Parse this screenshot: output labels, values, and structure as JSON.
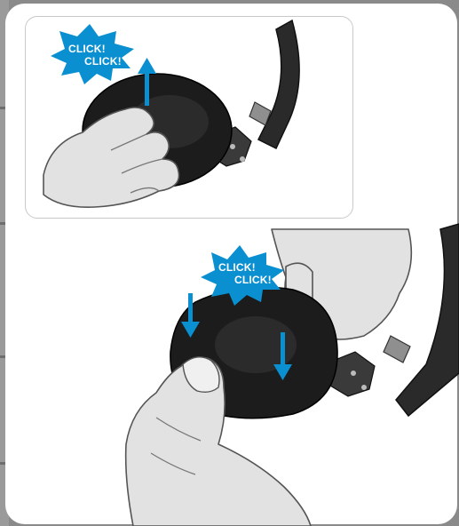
{
  "colors": {
    "frame": "#8a8a8a",
    "card": "#ffffff",
    "panel_border": "#c9c9c9",
    "burst": "#0a8fd0",
    "arrow": "#0a8fd0",
    "headband": "#2a2a2a",
    "earcup": "#1c1c1c",
    "hand_fill": "#e2e2e2",
    "hand_stroke": "#555555",
    "slider": "#8f8f8f"
  },
  "step1": {
    "sound_line1": "CLICK!",
    "sound_line2": "CLICK!",
    "arrow_direction": "up"
  },
  "step2": {
    "sound_line1": "CLICK!",
    "sound_line2": "CLICK!",
    "arrow_direction": "down"
  }
}
